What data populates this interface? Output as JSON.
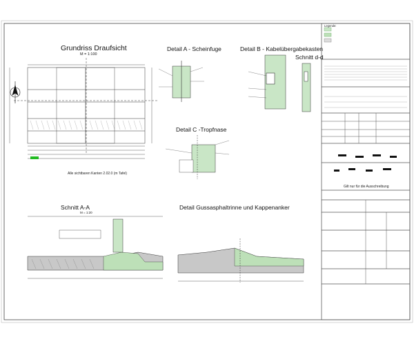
{
  "titles": {
    "grundriss": "Grundriss Draufsicht",
    "grundriss_scale": "M = 1:100",
    "detail_a": "Detail A - Scheinfuge",
    "detail_b": "Detail B - Kabelübergabekasten",
    "schnitt_dd": "Schnitt d-d",
    "detail_c": "Detail C -Tropfnase",
    "schnitt_aa": "Schnitt A-A",
    "schnitt_aa_scale": "M = 1:20",
    "detail_guss": "Detail Gussasphaltrinne und Kappenanker"
  },
  "notes": {
    "abstand": "Alle sichtbaren Kanten 2.02.0 (m Tafel)",
    "gilt": "Gilt nur für die Ausschreibung"
  },
  "legend": {
    "title": "Legende:"
  }
}
